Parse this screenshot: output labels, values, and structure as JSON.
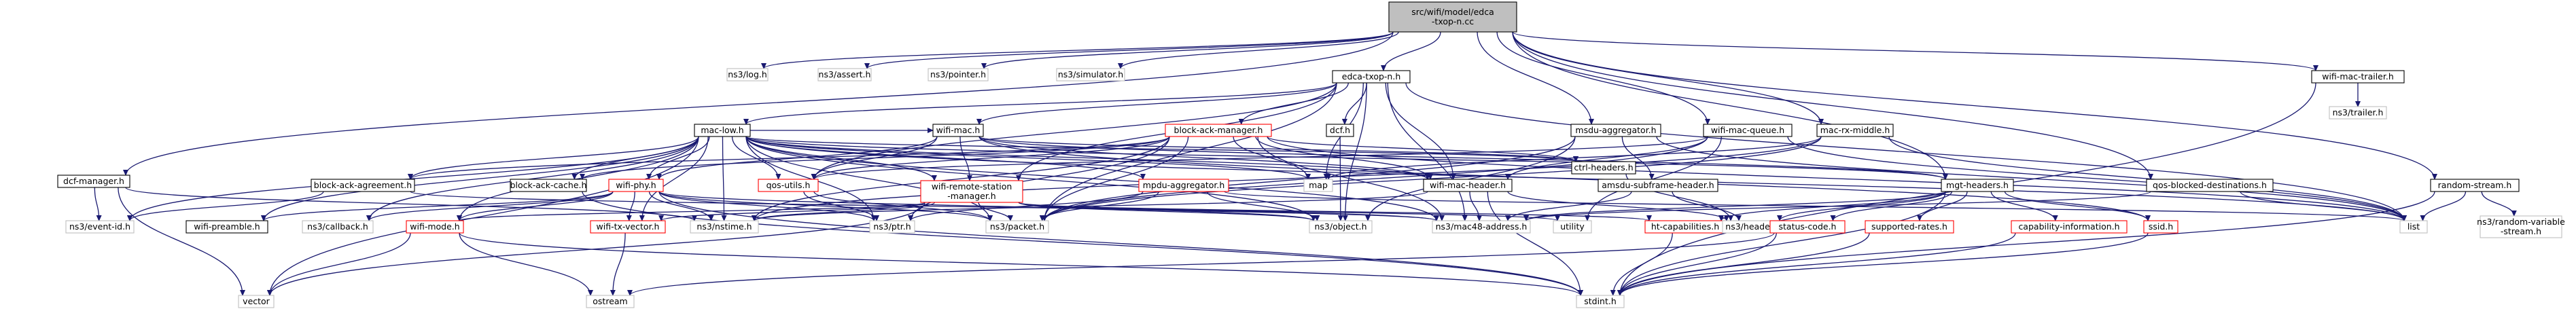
{
  "colors": {
    "edge": "#191970",
    "node_border": "#000000",
    "node_fill": "#ffffff",
    "root_fill": "#bfbfbf",
    "missing_border": "#bfbfbf",
    "warn_border": "#ff0000",
    "text": "#000000"
  },
  "graph": {
    "nodes": [
      {
        "id": "root",
        "lines": [
          "src/wifi/model/edca",
          "-txop-n.cc"
        ],
        "kind": "root"
      },
      {
        "id": "log",
        "lines": [
          "ns3/log.h"
        ],
        "kind": "missing"
      },
      {
        "id": "assert",
        "lines": [
          "ns3/assert.h"
        ],
        "kind": "missing"
      },
      {
        "id": "pointer",
        "lines": [
          "ns3/pointer.h"
        ],
        "kind": "missing"
      },
      {
        "id": "simulator",
        "lines": [
          "ns3/simulator.h"
        ],
        "kind": "missing"
      },
      {
        "id": "edca",
        "lines": [
          "edca-txop-n.h"
        ],
        "kind": "normal"
      },
      {
        "id": "wmtrailer",
        "lines": [
          "wifi-mac-trailer.h"
        ],
        "kind": "normal"
      },
      {
        "id": "trailer",
        "lines": [
          "ns3/trailer.h"
        ],
        "kind": "missing"
      },
      {
        "id": "macrx",
        "lines": [
          "mac-rx-middle.h"
        ],
        "kind": "normal"
      },
      {
        "id": "wmqueue",
        "lines": [
          "wifi-mac-queue.h"
        ],
        "kind": "normal"
      },
      {
        "id": "msdu",
        "lines": [
          "msdu-aggregator.h"
        ],
        "kind": "normal"
      },
      {
        "id": "dcf",
        "lines": [
          "dcf.h"
        ],
        "kind": "normal"
      },
      {
        "id": "bam",
        "lines": [
          "block-ack-manager.h"
        ],
        "kind": "warn"
      },
      {
        "id": "wifimac",
        "lines": [
          "wifi-mac.h"
        ],
        "kind": "normal"
      },
      {
        "id": "maclow",
        "lines": [
          "mac-low.h"
        ],
        "kind": "normal"
      },
      {
        "id": "dcfmgr",
        "lines": [
          "dcf-manager.h"
        ],
        "kind": "normal"
      },
      {
        "id": "qosblocked",
        "lines": [
          "qos-blocked-destinations.h"
        ],
        "kind": "normal"
      },
      {
        "id": "random",
        "lines": [
          "random-stream.h"
        ],
        "kind": "normal"
      },
      {
        "id": "nsrandom",
        "lines": [
          "ns3/random-variable",
          "-stream.h"
        ],
        "kind": "missing"
      },
      {
        "id": "mgt",
        "lines": [
          "mgt-headers.h"
        ],
        "kind": "normal"
      },
      {
        "id": "amsdu",
        "lines": [
          "amsdu-subframe-header.h"
        ],
        "kind": "normal"
      },
      {
        "id": "wmheader",
        "lines": [
          "wifi-mac-header.h"
        ],
        "kind": "normal"
      },
      {
        "id": "ctrl",
        "lines": [
          "ctrl-headers.h"
        ],
        "kind": "normal"
      },
      {
        "id": "mpdu",
        "lines": [
          "mpdu-aggregator.h"
        ],
        "kind": "warn"
      },
      {
        "id": "wrsm",
        "lines": [
          "wifi-remote-station",
          "-manager.h"
        ],
        "kind": "warn"
      },
      {
        "id": "qosutils",
        "lines": [
          "qos-utils.h"
        ],
        "kind": "warn"
      },
      {
        "id": "wifiphy",
        "lines": [
          "wifi-phy.h"
        ],
        "kind": "warn"
      },
      {
        "id": "bacache",
        "lines": [
          "block-ack-cache.h"
        ],
        "kind": "normal"
      },
      {
        "id": "baagree",
        "lines": [
          "block-ack-agreement.h"
        ],
        "kind": "normal"
      },
      {
        "id": "map",
        "lines": [
          "map"
        ],
        "kind": "missing"
      },
      {
        "id": "list",
        "lines": [
          "list"
        ],
        "kind": "missing"
      },
      {
        "id": "eventid",
        "lines": [
          "ns3/event-id.h"
        ],
        "kind": "missing"
      },
      {
        "id": "preamble",
        "lines": [
          "wifi-preamble.h"
        ],
        "kind": "normal"
      },
      {
        "id": "callback",
        "lines": [
          "ns3/callback.h"
        ],
        "kind": "missing"
      },
      {
        "id": "wifimode",
        "lines": [
          "wifi-mode.h"
        ],
        "kind": "warn"
      },
      {
        "id": "nstime",
        "lines": [
          "ns3/nstime.h"
        ],
        "kind": "missing"
      },
      {
        "id": "txvector",
        "lines": [
          "wifi-tx-vector.h"
        ],
        "kind": "warn"
      },
      {
        "id": "ptr",
        "lines": [
          "ns3/ptr.h"
        ],
        "kind": "missing"
      },
      {
        "id": "packet",
        "lines": [
          "ns3/packet.h"
        ],
        "kind": "missing"
      },
      {
        "id": "object",
        "lines": [
          "ns3/object.h"
        ],
        "kind": "missing"
      },
      {
        "id": "mac48",
        "lines": [
          "ns3/mac48-address.h"
        ],
        "kind": "missing"
      },
      {
        "id": "utility",
        "lines": [
          "utility"
        ],
        "kind": "missing"
      },
      {
        "id": "htcap",
        "lines": [
          "ht-capabilities.h"
        ],
        "kind": "warn"
      },
      {
        "id": "header",
        "lines": [
          "ns3/header.h"
        ],
        "kind": "missing"
      },
      {
        "id": "status",
        "lines": [
          "status-code.h"
        ],
        "kind": "warn"
      },
      {
        "id": "rates",
        "lines": [
          "supported-rates.h"
        ],
        "kind": "warn"
      },
      {
        "id": "capinfo",
        "lines": [
          "capability-information.h"
        ],
        "kind": "warn"
      },
      {
        "id": "ssid",
        "lines": [
          "ssid.h"
        ],
        "kind": "warn"
      },
      {
        "id": "vector",
        "lines": [
          "vector"
        ],
        "kind": "missing"
      },
      {
        "id": "ostream",
        "lines": [
          "ostream"
        ],
        "kind": "missing"
      },
      {
        "id": "stdint",
        "lines": [
          "stdint.h"
        ],
        "kind": "missing"
      }
    ],
    "edges": [
      [
        "root",
        "log"
      ],
      [
        "root",
        "assert"
      ],
      [
        "root",
        "pointer"
      ],
      [
        "root",
        "simulator"
      ],
      [
        "root",
        "edca"
      ],
      [
        "root",
        "wmtrailer"
      ],
      [
        "root",
        "macrx"
      ],
      [
        "root",
        "wmqueue"
      ],
      [
        "root",
        "msdu"
      ],
      [
        "root",
        "dcfmgr"
      ],
      [
        "root",
        "mgt"
      ],
      [
        "root",
        "random"
      ],
      [
        "root",
        "qosblocked"
      ],
      [
        "edca",
        "dcf"
      ],
      [
        "edca",
        "maclow"
      ],
      [
        "edca",
        "wifimac"
      ],
      [
        "edca",
        "bam"
      ],
      [
        "edca",
        "map"
      ],
      [
        "edca",
        "list"
      ],
      [
        "edca",
        "wmheader"
      ],
      [
        "edca",
        "wrsm"
      ],
      [
        "edca",
        "qosutils"
      ],
      [
        "edca",
        "packet"
      ],
      [
        "edca",
        "object"
      ],
      [
        "edca",
        "mac48"
      ],
      [
        "wmtrailer",
        "trailer"
      ],
      [
        "wmtrailer",
        "stdint"
      ],
      [
        "random",
        "list"
      ],
      [
        "random",
        "stdint"
      ],
      [
        "random",
        "nsrandom"
      ],
      [
        "qosblocked",
        "list"
      ],
      [
        "qosblocked",
        "mac48"
      ],
      [
        "macrx",
        "map"
      ],
      [
        "macrx",
        "list"
      ],
      [
        "macrx",
        "packet"
      ],
      [
        "macrx",
        "nstime"
      ],
      [
        "wmqueue",
        "wmheader"
      ],
      [
        "wmqueue",
        "packet"
      ],
      [
        "wmqueue",
        "list"
      ],
      [
        "wmqueue",
        "utility"
      ],
      [
        "wmqueue",
        "qosutils"
      ],
      [
        "msdu",
        "amsdu"
      ],
      [
        "msdu",
        "packet"
      ],
      [
        "msdu",
        "object"
      ],
      [
        "msdu",
        "list"
      ],
      [
        "dcf",
        "object"
      ],
      [
        "bam",
        "map"
      ],
      [
        "bam",
        "list"
      ],
      [
        "bam",
        "ctrl"
      ],
      [
        "bam",
        "wmheader"
      ],
      [
        "bam",
        "packet"
      ],
      [
        "bam",
        "qosutils"
      ],
      [
        "bam",
        "nstime"
      ],
      [
        "bam",
        "baagree"
      ],
      [
        "bam",
        "bacache"
      ],
      [
        "bam",
        "ptr"
      ],
      [
        "bam",
        "mac48"
      ],
      [
        "wifimac",
        "wmheader"
      ],
      [
        "wifimac",
        "wifiphy"
      ],
      [
        "wifimac",
        "wrsm"
      ],
      [
        "wifimac",
        "qosutils"
      ],
      [
        "wifimac",
        "ssid"
      ],
      [
        "wifimac",
        "ctrl"
      ],
      [
        "wifimac",
        "mgt"
      ],
      [
        "maclow",
        "wmheader"
      ],
      [
        "maclow",
        "wifimode"
      ],
      [
        "maclow",
        "wifiphy"
      ],
      [
        "maclow",
        "wrsm"
      ],
      [
        "maclow",
        "wifimac"
      ],
      [
        "maclow",
        "ctrl"
      ],
      [
        "maclow",
        "mgt"
      ],
      [
        "maclow",
        "baagree"
      ],
      [
        "maclow",
        "bacache"
      ],
      [
        "maclow",
        "mpdu"
      ],
      [
        "maclow",
        "map"
      ],
      [
        "maclow",
        "vector"
      ],
      [
        "maclow",
        "eventid"
      ],
      [
        "maclow",
        "preamble"
      ],
      [
        "maclow",
        "callback"
      ],
      [
        "maclow",
        "nstime"
      ],
      [
        "maclow",
        "txvector"
      ],
      [
        "maclow",
        "ptr"
      ],
      [
        "maclow",
        "packet"
      ],
      [
        "maclow",
        "object"
      ],
      [
        "maclow",
        "mac48"
      ],
      [
        "maclow",
        "qosutils"
      ],
      [
        "maclow",
        "list"
      ],
      [
        "dcfmgr",
        "vector"
      ],
      [
        "dcfmgr",
        "nstime"
      ],
      [
        "dcfmgr",
        "eventid"
      ],
      [
        "mgt",
        "status"
      ],
      [
        "mgt",
        "rates"
      ],
      [
        "mgt",
        "capinfo"
      ],
      [
        "mgt",
        "ssid"
      ],
      [
        "mgt",
        "htcap"
      ],
      [
        "mgt",
        "stdint"
      ],
      [
        "mgt",
        "header"
      ],
      [
        "mgt",
        "mac48"
      ],
      [
        "amsdu",
        "header"
      ],
      [
        "amsdu",
        "mac48"
      ],
      [
        "wmheader",
        "header"
      ],
      [
        "wmheader",
        "mac48"
      ],
      [
        "wmheader",
        "nstime"
      ],
      [
        "wmheader",
        "stdint"
      ],
      [
        "ctrl",
        "header"
      ],
      [
        "mpdu",
        "packet"
      ],
      [
        "mpdu",
        "object"
      ],
      [
        "mpdu",
        "ptr"
      ],
      [
        "mpdu",
        "list"
      ],
      [
        "wrsm",
        "mac48"
      ],
      [
        "wrsm",
        "packet"
      ],
      [
        "wrsm",
        "object"
      ],
      [
        "wrsm",
        "nstime"
      ],
      [
        "wrsm",
        "vector"
      ],
      [
        "wrsm",
        "wifimode"
      ],
      [
        "wrsm",
        "txvector"
      ],
      [
        "wrsm",
        "htcap"
      ],
      [
        "wrsm",
        "utility"
      ],
      [
        "qosutils",
        "packet"
      ],
      [
        "qosutils",
        "ptr"
      ],
      [
        "wifiphy",
        "stdint"
      ],
      [
        "wifiphy",
        "callback"
      ],
      [
        "wifiphy",
        "packet"
      ],
      [
        "wifiphy",
        "object"
      ],
      [
        "wifiphy",
        "nstime"
      ],
      [
        "wifiphy",
        "ptr"
      ],
      [
        "wifiphy",
        "wifimode"
      ],
      [
        "wifiphy",
        "preamble"
      ],
      [
        "wifiphy",
        "txvector"
      ],
      [
        "bacache",
        "stdint"
      ],
      [
        "baagree",
        "mac48"
      ],
      [
        "baagree",
        "eventid"
      ],
      [
        "wifimode",
        "stdint"
      ],
      [
        "wifimode",
        "ostream"
      ],
      [
        "wifimode",
        "vector"
      ],
      [
        "txvector",
        "ostream"
      ],
      [
        "htcap",
        "stdint"
      ],
      [
        "status",
        "stdint"
      ],
      [
        "status",
        "ostream"
      ],
      [
        "rates",
        "stdint"
      ],
      [
        "capinfo",
        "stdint"
      ],
      [
        "ssid",
        "stdint"
      ]
    ]
  }
}
